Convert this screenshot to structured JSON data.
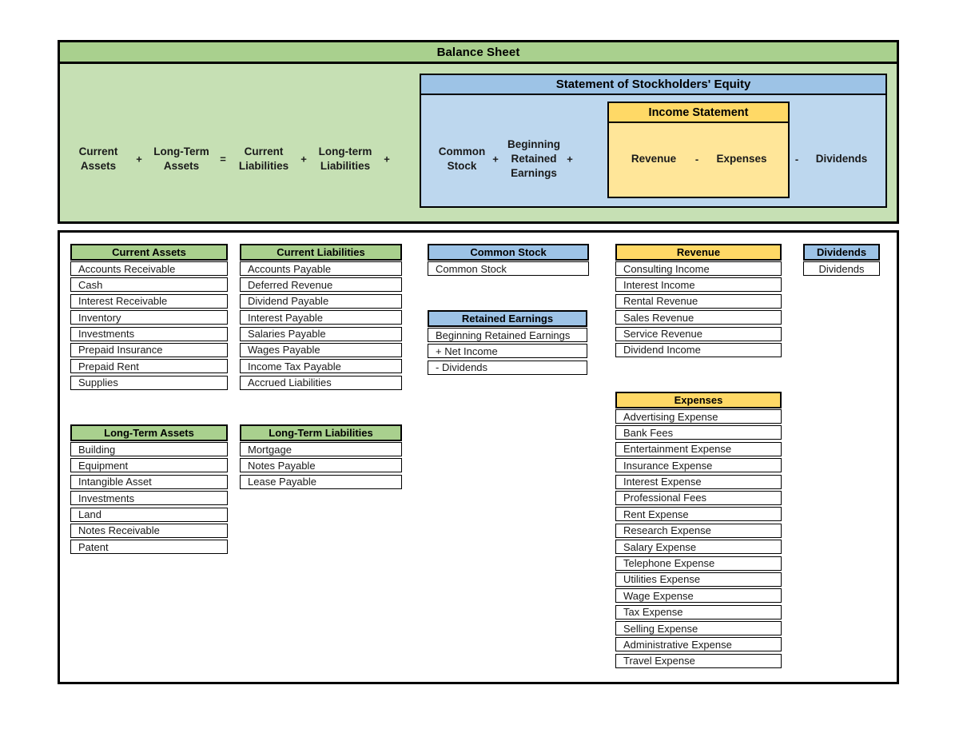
{
  "diagram": {
    "colors": {
      "green_header": "#A9D08E",
      "green_body": "#C6E0B4",
      "blue_header": "#9DC3E6",
      "blue_body": "#BDD7EE",
      "yellow_header": "#FFD966",
      "yellow_body": "#FFE699"
    },
    "balance_sheet": {
      "title": "Balance Sheet",
      "terms": [
        {
          "kind": "term",
          "label": "Current Assets"
        },
        {
          "kind": "op",
          "label": "+"
        },
        {
          "kind": "term",
          "label": "Long-Term Assets"
        },
        {
          "kind": "op",
          "label": "="
        },
        {
          "kind": "term",
          "label": "Current Liabilities"
        },
        {
          "kind": "op",
          "label": "+"
        },
        {
          "kind": "term",
          "label": "Long-term Liabilities"
        },
        {
          "kind": "op",
          "label": "+"
        }
      ]
    },
    "stockholders_equity": {
      "title": "Statement of Stockholders' Equity",
      "terms": [
        {
          "kind": "term",
          "label": "Common Stock"
        },
        {
          "kind": "op",
          "label": "+"
        },
        {
          "kind": "term",
          "label": "Beginning Retained Earnings"
        },
        {
          "kind": "op",
          "label": "+"
        },
        {
          "kind": "op",
          "label": "-"
        },
        {
          "kind": "term",
          "label": "Dividends"
        }
      ],
      "income_statement": {
        "title": "Income Statement",
        "terms": [
          {
            "kind": "term",
            "label": "Revenue"
          },
          {
            "kind": "op",
            "label": "-"
          },
          {
            "kind": "term",
            "label": "Expenses"
          }
        ]
      }
    },
    "account_lists": [
      {
        "id": "current-assets",
        "title": "Current Assets",
        "color": "green",
        "items": [
          "Accounts Receivable",
          "Cash",
          "Interest Receivable",
          "Inventory",
          "Investments",
          "Prepaid Insurance",
          "Prepaid Rent",
          "Supplies"
        ]
      },
      {
        "id": "current-liabilities",
        "title": "Current Liabilities",
        "color": "green",
        "items": [
          "Accounts Payable",
          "Deferred Revenue",
          "Dividend Payable",
          "Interest Payable",
          "Salaries Payable",
          "Wages Payable",
          "Income Tax Payable",
          "Accrued Liabilities"
        ]
      },
      {
        "id": "common-stock",
        "title": "Common Stock",
        "color": "blue",
        "items": [
          "Common Stock"
        ]
      },
      {
        "id": "retained-earnings",
        "title": "Retained Earnings",
        "color": "blue",
        "items": [
          "Beginning Retained Earnings",
          "+ Net Income",
          "- Dividends"
        ]
      },
      {
        "id": "revenue",
        "title": "Revenue",
        "color": "yellow",
        "items": [
          "Consulting Income",
          "Interest Income",
          "Rental Revenue",
          "Sales Revenue",
          "Service Revenue",
          "Dividend Income"
        ]
      },
      {
        "id": "expenses",
        "title": "Expenses",
        "color": "yellow",
        "items": [
          "Advertising Expense",
          "Bank Fees",
          "Entertainment Expense",
          "Insurance Expense",
          "Interest Expense",
          "Professional Fees",
          "Rent Expense",
          "Research Expense",
          "Salary Expense",
          "Telephone Expense",
          "Utilities Expense",
          "Wage Expense",
          "Tax Expense",
          "Selling Expense",
          "Administrative Expense",
          "Travel Expense"
        ]
      },
      {
        "id": "dividends",
        "title": "Dividends",
        "color": "blue",
        "items": [
          "Dividends"
        ]
      },
      {
        "id": "long-term-assets",
        "title": "Long-Term Assets",
        "color": "green",
        "items": [
          "Building",
          "Equipment",
          "Intangible Asset",
          "Investments",
          "Land",
          "Notes Receivable",
          "Patent"
        ]
      },
      {
        "id": "long-term-liabilities",
        "title": "Long-Term Liabilities",
        "color": "green",
        "items": [
          "Mortgage",
          "Notes Payable",
          "Lease Payable"
        ]
      }
    ]
  }
}
